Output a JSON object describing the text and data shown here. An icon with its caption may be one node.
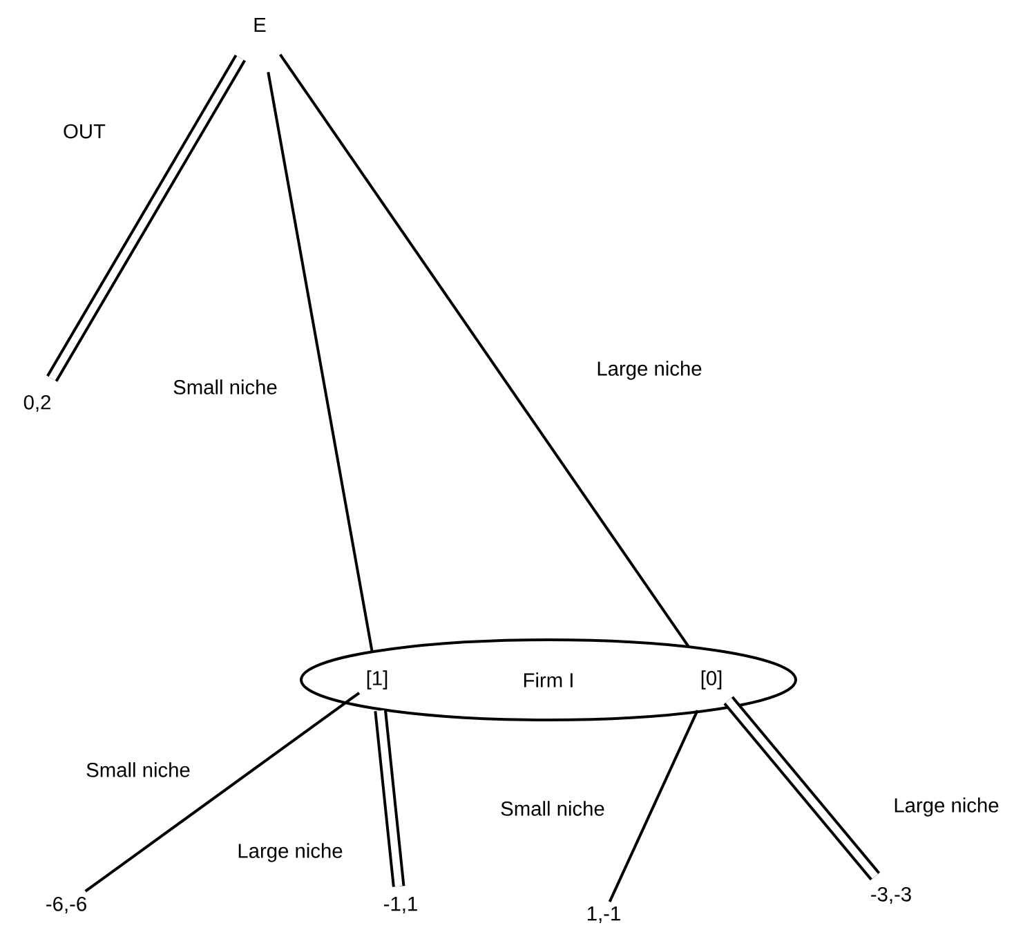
{
  "diagram": {
    "nodes": [
      {
        "text": [
          "E"
        ]
      },
      {
        "text": [
          "0,2"
        ]
      },
      {
        "text": [
          "Firm I"
        ]
      },
      {
        "text": [
          "[1]"
        ],
        "in": 2
      },
      {
        "text": [
          "[0]"
        ],
        "in": 2
      },
      {
        "text": [
          "-6,-6"
        ]
      },
      {
        "text": [
          "-1,1"
        ]
      },
      {
        "text": [
          "1,-1"
        ]
      },
      {
        "text": [
          "-3,-3"
        ]
      }
    ],
    "edges": [
      {
        "from": 0,
        "to": 1,
        "arrow": "none",
        "label": "OUT",
        "style": "thick"
      },
      {
        "from": 0,
        "to": 3,
        "arrow": "none",
        "label": "Small niche"
      },
      {
        "from": 0,
        "to": 4,
        "arrow": "none",
        "label": "Large niche"
      },
      {
        "from": 3,
        "to": 5,
        "arrow": "none",
        "label": "Small niche"
      },
      {
        "from": 3,
        "to": 6,
        "arrow": "none",
        "label": "Large niche",
        "style": "thick"
      },
      {
        "from": 4,
        "to": 7,
        "arrow": "none",
        "label": "Small niche"
      },
      {
        "from": 4,
        "to": 8,
        "arrow": "none",
        "label": "Large niche",
        "style": "thick"
      }
    ]
  }
}
